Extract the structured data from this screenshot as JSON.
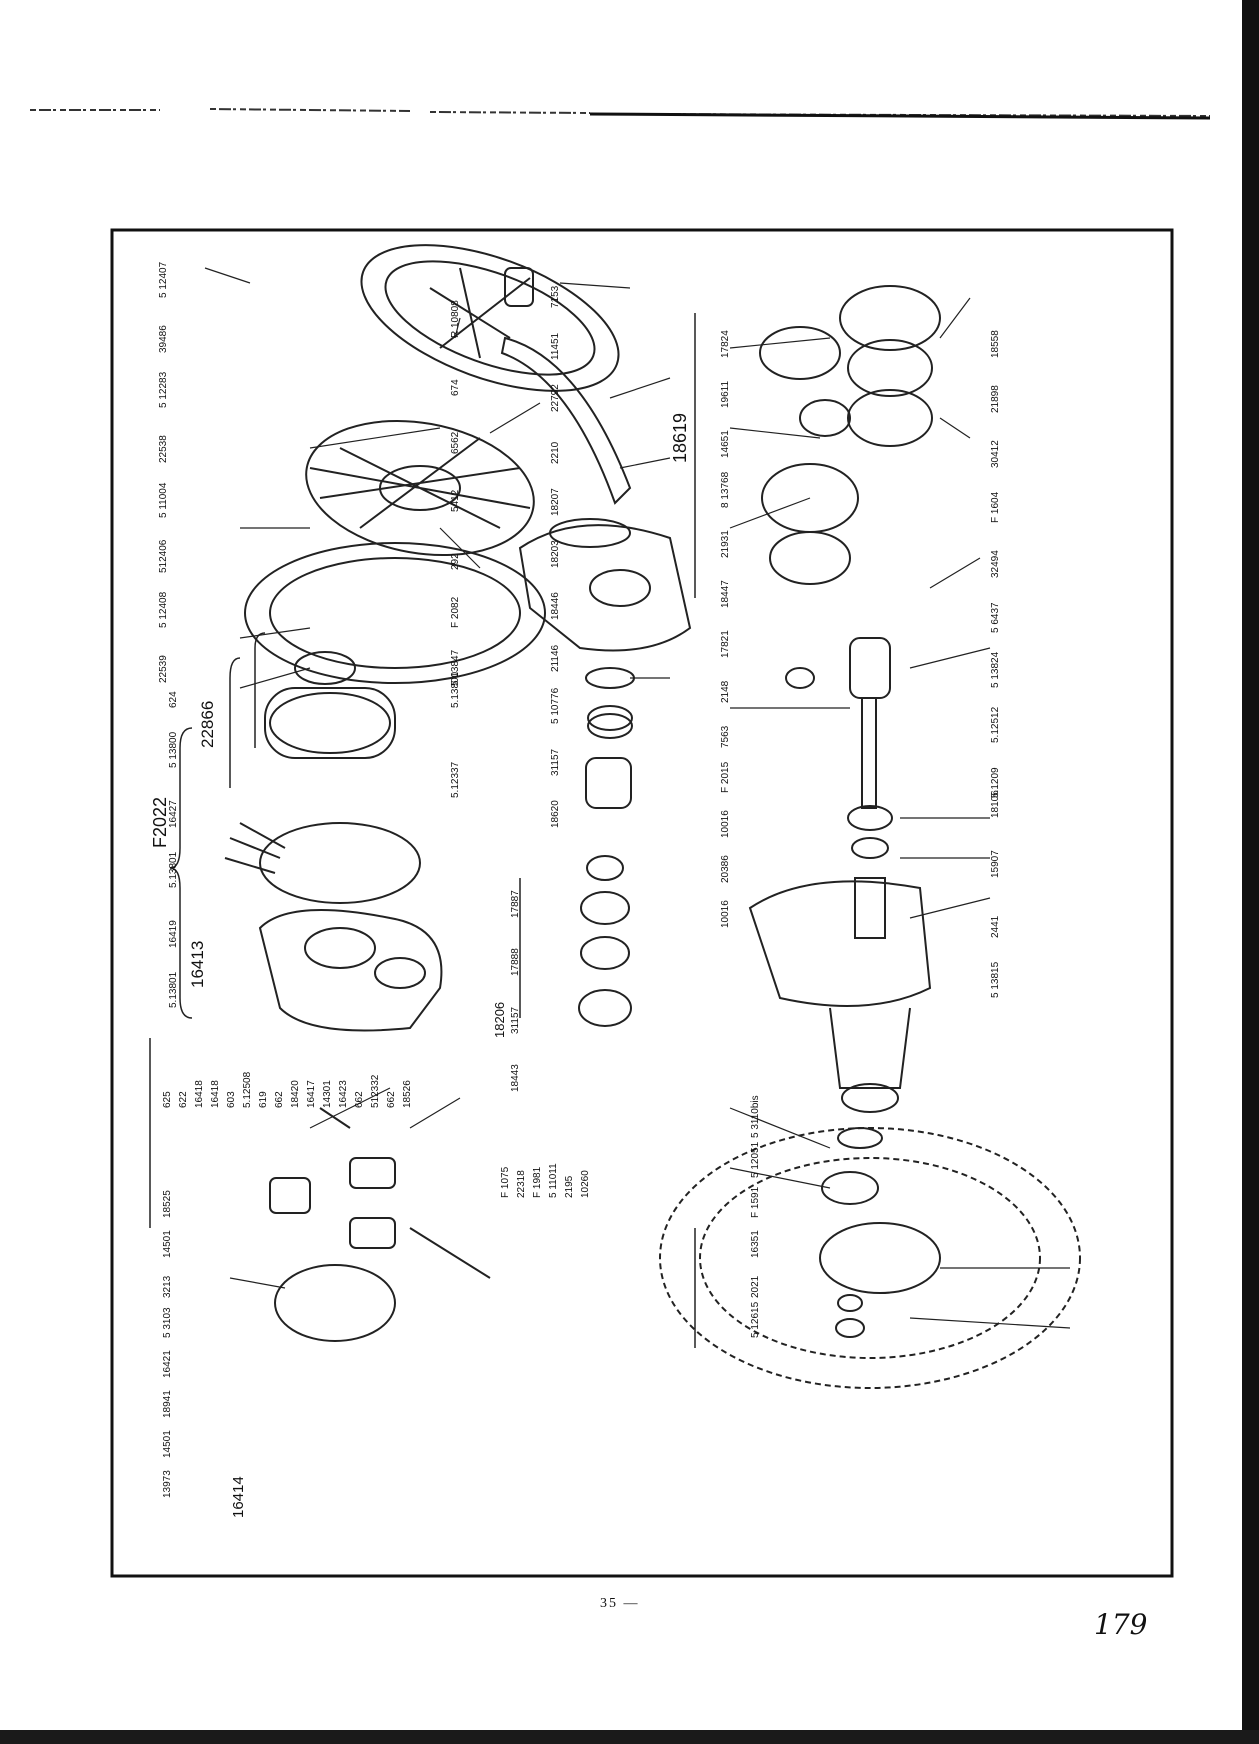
{
  "page": {
    "page_number": "35 —",
    "handwritten_number": "179"
  },
  "groups": [
    {
      "id": "F2022",
      "label": "F2022"
    },
    {
      "id": "22866",
      "label": "22866"
    },
    {
      "id": "16413",
      "label": "16413"
    },
    {
      "id": "18619",
      "label": "18619"
    },
    {
      "id": "18206",
      "label": "18206"
    },
    {
      "id": "16414",
      "label": "16414"
    }
  ],
  "part_labels": [
    "5 12407",
    "39486",
    "5 12283",
    "22538",
    "5 11004",
    "512406",
    "5 12408",
    "22539",
    "R 10808",
    "674",
    "6562",
    "5412",
    "292",
    "F 2082",
    "5 13847",
    "624",
    "5 13800",
    "16427",
    "5.13801",
    "16419",
    "5.13801",
    "5.13800",
    "5.12337",
    "625",
    "622",
    "16418",
    "16418",
    "603",
    "5.12508",
    "619",
    "662",
    "18420",
    "16417",
    "14301",
    "16423",
    "662",
    "512332",
    "662",
    "18526",
    "18525",
    "14501",
    "3213",
    "5 3103",
    "16421",
    "18941",
    "14501",
    "13973",
    "F 1075",
    "22318",
    "F 1981",
    "5 11011",
    "2195",
    "10260",
    "7153",
    "11451",
    "22792",
    "2210",
    "18207",
    "18203",
    "18446",
    "21146",
    "5 10776",
    "31157",
    "18620",
    "17887",
    "17888",
    "31157",
    "18443",
    "17824",
    "19611",
    "14651",
    "8 13768",
    "21931",
    "18447",
    "18558",
    "21898",
    "30412",
    "F 1604",
    "32494",
    "5 6437",
    "5 13824",
    "5.12512",
    "5.1209",
    "17821",
    "2148",
    "7563",
    "F 2015",
    "10016",
    "20386",
    "10016",
    "18106",
    "15907",
    "2441",
    "5 13815",
    "5 3110bis",
    "5 12051",
    "F 1591",
    "16351",
    "2021",
    "5 12615"
  ]
}
